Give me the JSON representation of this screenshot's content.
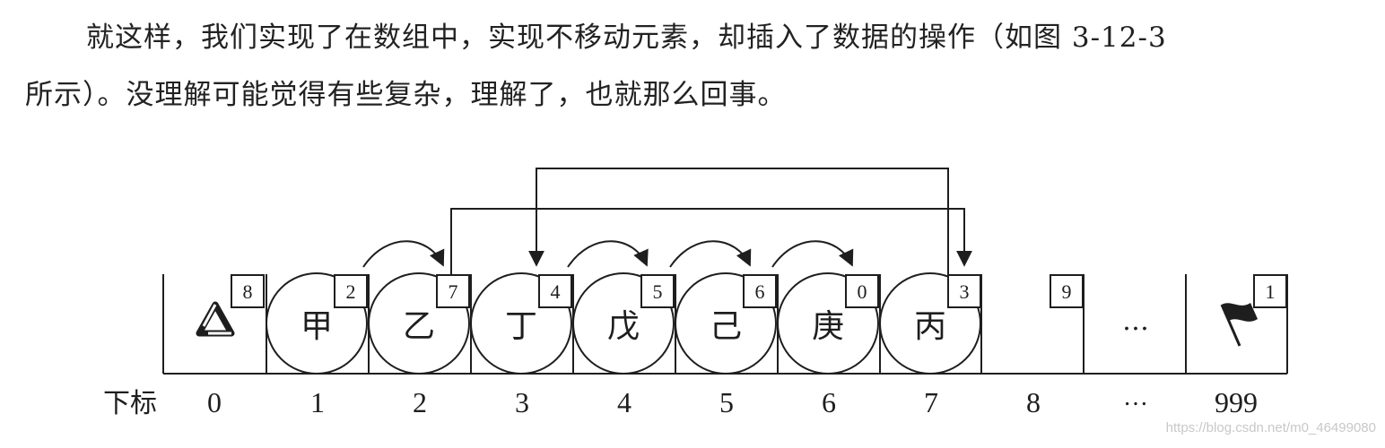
{
  "paragraph": {
    "line1": "就这样，我们实现了在数组中，实现不移动元素，却插入了数据的操作（如图 3-12-3",
    "line2": "所示）。没理解可能觉得有些复杂，理解了，也就那么回事。"
  },
  "diagram": {
    "row_label": "下标",
    "cells": [
      {
        "index": "0",
        "content": "",
        "symbol": "recycle-icon",
        "cursor": "8",
        "circled": false
      },
      {
        "index": "1",
        "content": "甲",
        "cursor": "2",
        "circled": true
      },
      {
        "index": "2",
        "content": "乙",
        "cursor": "7",
        "circled": true
      },
      {
        "index": "3",
        "content": "丁",
        "cursor": "4",
        "circled": true
      },
      {
        "index": "4",
        "content": "戊",
        "cursor": "5",
        "circled": true
      },
      {
        "index": "5",
        "content": "己",
        "cursor": "6",
        "circled": true
      },
      {
        "index": "6",
        "content": "庚",
        "cursor": "0",
        "circled": true
      },
      {
        "index": "7",
        "content": "丙",
        "cursor": "3",
        "circled": true
      },
      {
        "index": "8",
        "content": "",
        "cursor": "9",
        "circled": false
      },
      {
        "index": "…",
        "content": "…",
        "cursor": "",
        "circled": false
      },
      {
        "index": "999",
        "content": "",
        "symbol": "flag-icon",
        "cursor": "1",
        "circled": false
      }
    ],
    "colors": {
      "ink": "#1e1e1e",
      "background": "#ffffff"
    }
  },
  "watermark": "https://blog.csdn.net/m0_46499080"
}
